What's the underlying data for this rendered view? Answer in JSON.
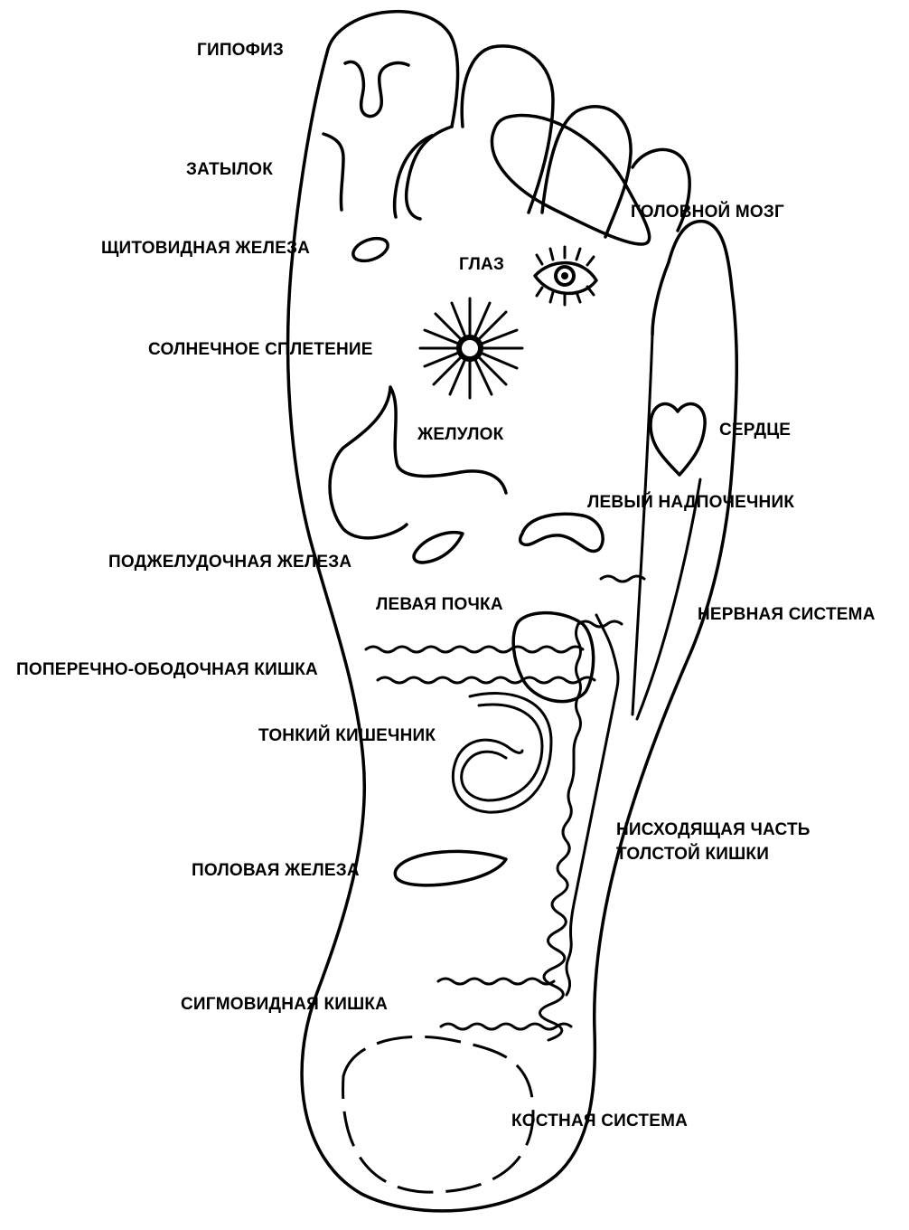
{
  "labels": {
    "pituitary": "ГИПОФИЗ",
    "occiput": "ЗАТЫЛОК",
    "brain": "ГОЛОВНОЙ МОЗГ",
    "thyroid": "ЩИТОВИДНАЯ ЖЕЛЕЗА",
    "eye": "ГЛАЗ",
    "solar_plexus": "СОЛНЕЧНОЕ СПЛЕТЕНИЕ",
    "stomach": "ЖЕЛУЛОК",
    "heart": "СЕРДЦЕ",
    "left_adrenal": "ЛЕВЫЙ НАДПОЧЕЧНИК",
    "pancreas": "ПОДЖЕЛУДОЧНАЯ ЖЕЛЕЗА",
    "left_kidney": "ЛЕВАЯ ПОЧКА",
    "nervous_system": "НЕРВНАЯ СИСТЕМА",
    "transverse_colon": "ПОПЕРЕЧНО-ОБОДОЧНАЯ КИШКА",
    "small_intestine": "ТОНКИЙ КИШЕЧНИК",
    "descending_colon_1": "НИСХОДЯЩАЯ ЧАСТЬ",
    "descending_colon_2": "ТОЛСТОЙ КИШКИ",
    "gonad": "ПОЛОВАЯ ЖЕЛЕЗА",
    "sigmoid_colon": "СИГМОВИДНАЯ КИШКА",
    "skeletal_system": "КОСТНАЯ СИСТЕМА"
  },
  "colors": {
    "ink": "#000000",
    "paper": "#ffffff"
  }
}
